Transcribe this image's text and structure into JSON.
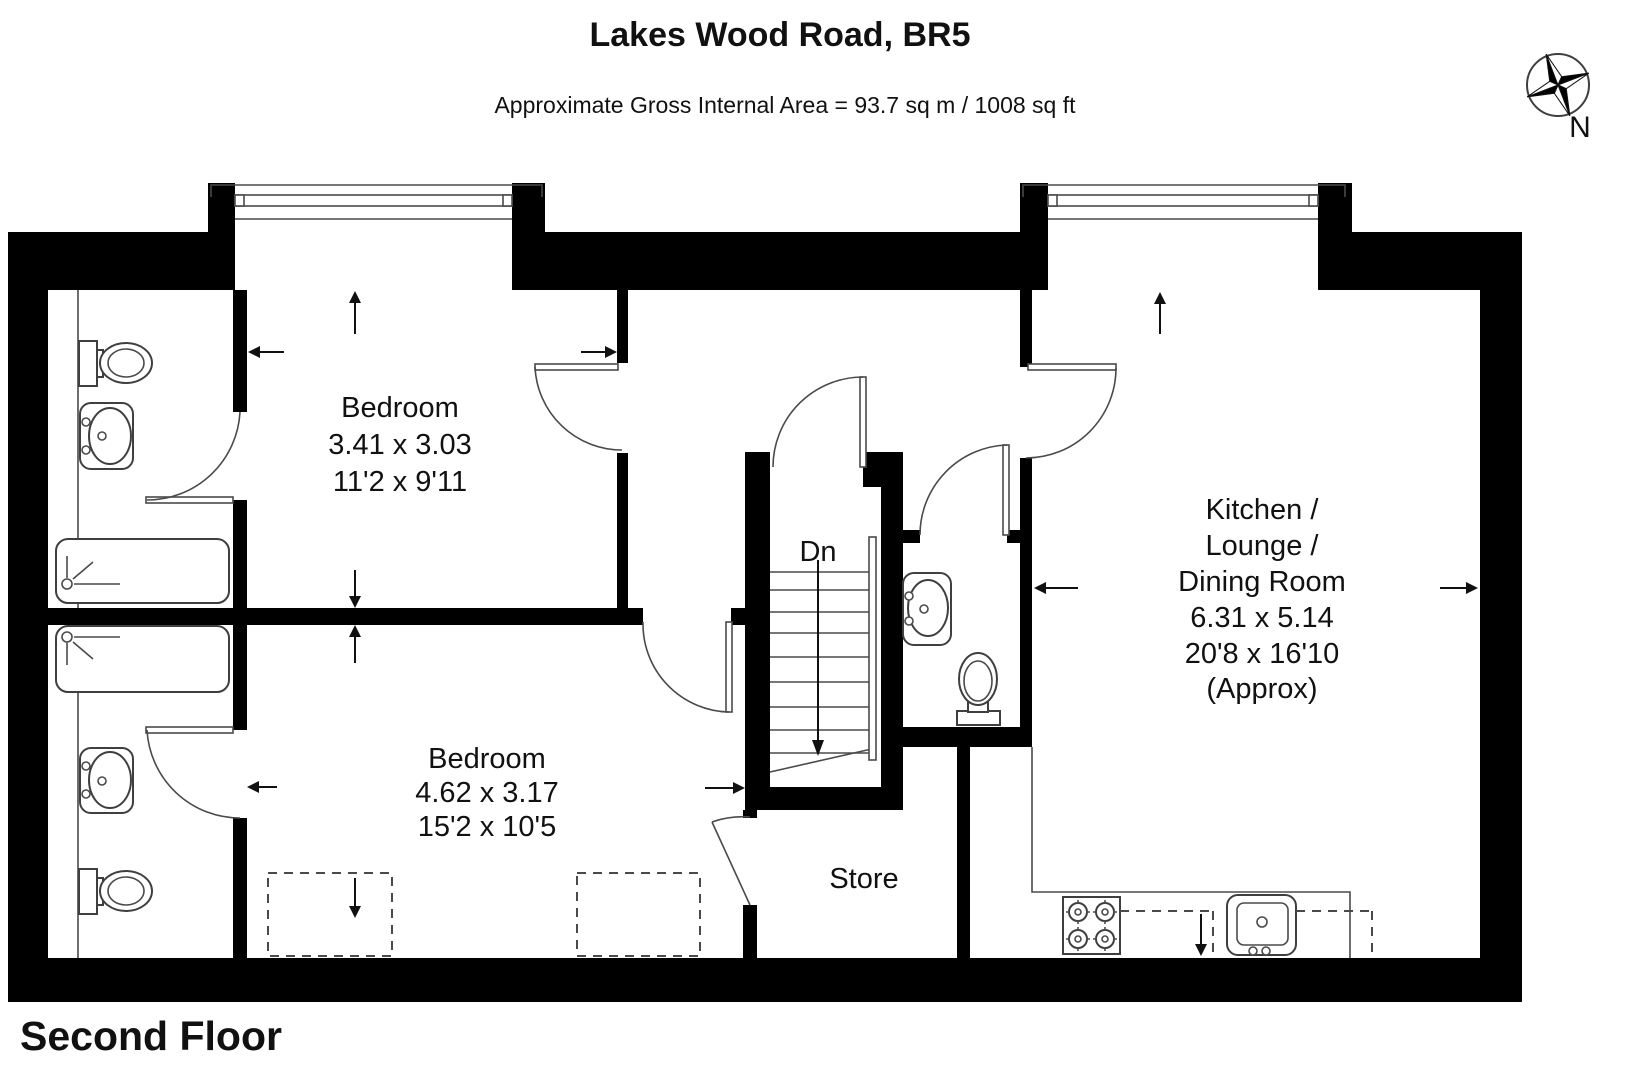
{
  "header": {
    "title": "Lakes Wood Road, BR5",
    "subtitle": "Approximate Gross Internal Area = 93.7 sq m / 1008 sq ft"
  },
  "floor_label": "Second Floor",
  "compass": {
    "label": "N"
  },
  "icons": {
    "compass": "4-point-star-rose-in-circle",
    "stairs_direction": "down-arrow"
  },
  "rooms": {
    "bedroom1": {
      "name": "Bedroom",
      "metric": "3.41 x 3.03",
      "imperial": "11'2 x 9'11"
    },
    "bedroom2": {
      "name": "Bedroom",
      "metric": "4.62 x 3.17",
      "imperial": "15'2 x 10'5"
    },
    "kitchen": {
      "line1": "Kitchen /",
      "line2": "Lounge /",
      "line3": "Dining Room",
      "metric": "6.31 x 5.14",
      "imperial": "20'8 x 16'10",
      "note": "(Approx)"
    },
    "stairs": {
      "label": "Dn"
    },
    "store": {
      "name": "Store"
    }
  },
  "colors": {
    "wall": "#000000",
    "line": "#3f3f3f",
    "text": "#111111"
  }
}
